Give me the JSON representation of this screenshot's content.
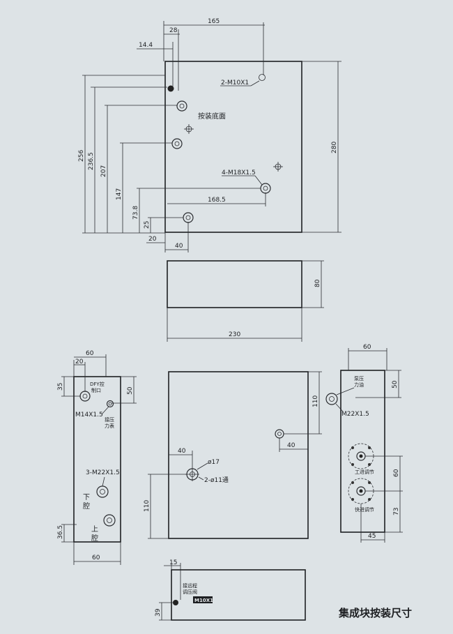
{
  "title": "集成块按装尺寸",
  "view1": {
    "note": "按装底面",
    "thread_top": "2-M10X1",
    "thread_mid": "4-M18X1.5",
    "dims": {
      "d165": "165",
      "d28": "28",
      "d14_4": "14.4",
      "d256": "256",
      "d236_5": "236.5",
      "d207": "207",
      "d147": "147",
      "d73_8": "73.8",
      "d25": "25",
      "d20": "20",
      "d40": "40",
      "d168_5": "168.5",
      "d280": "280"
    }
  },
  "view2": {
    "dims": {
      "d80": "80",
      "d230": "230"
    }
  },
  "view3": {
    "label_dfy": [
      "DFY控",
      "制口"
    ],
    "label_gauge": [
      "接压",
      "力表"
    ],
    "thread_m14": "M14X1.5",
    "thread_m22": "3-M22X1.5",
    "cavity_lower": [
      "下",
      "腔"
    ],
    "cavity_upper": [
      "上",
      "腔"
    ],
    "dims": {
      "top60": "60",
      "d20": "20",
      "d35": "35",
      "d50": "50",
      "d36_5": "36.5",
      "bot60": "60"
    }
  },
  "view4": {
    "phi17": "ø17",
    "through": "2-ø11通",
    "dims": {
      "d110r": "110",
      "d40a": "40",
      "d40b": "40",
      "d110l": "110"
    }
  },
  "view5": {
    "label_pump": [
      "泵压",
      "力油"
    ],
    "thread": "M22X1.5",
    "label_work": "工进调节",
    "label_fast": "快进调节",
    "dims": {
      "d60top": "60",
      "d50": "50",
      "d60": "60",
      "d73": "73",
      "d45": "45"
    }
  },
  "view6": {
    "label": [
      "接远程",
      "调压阀"
    ],
    "thread": "M10X1",
    "dims": {
      "d15": "15",
      "d39": "39"
    }
  }
}
